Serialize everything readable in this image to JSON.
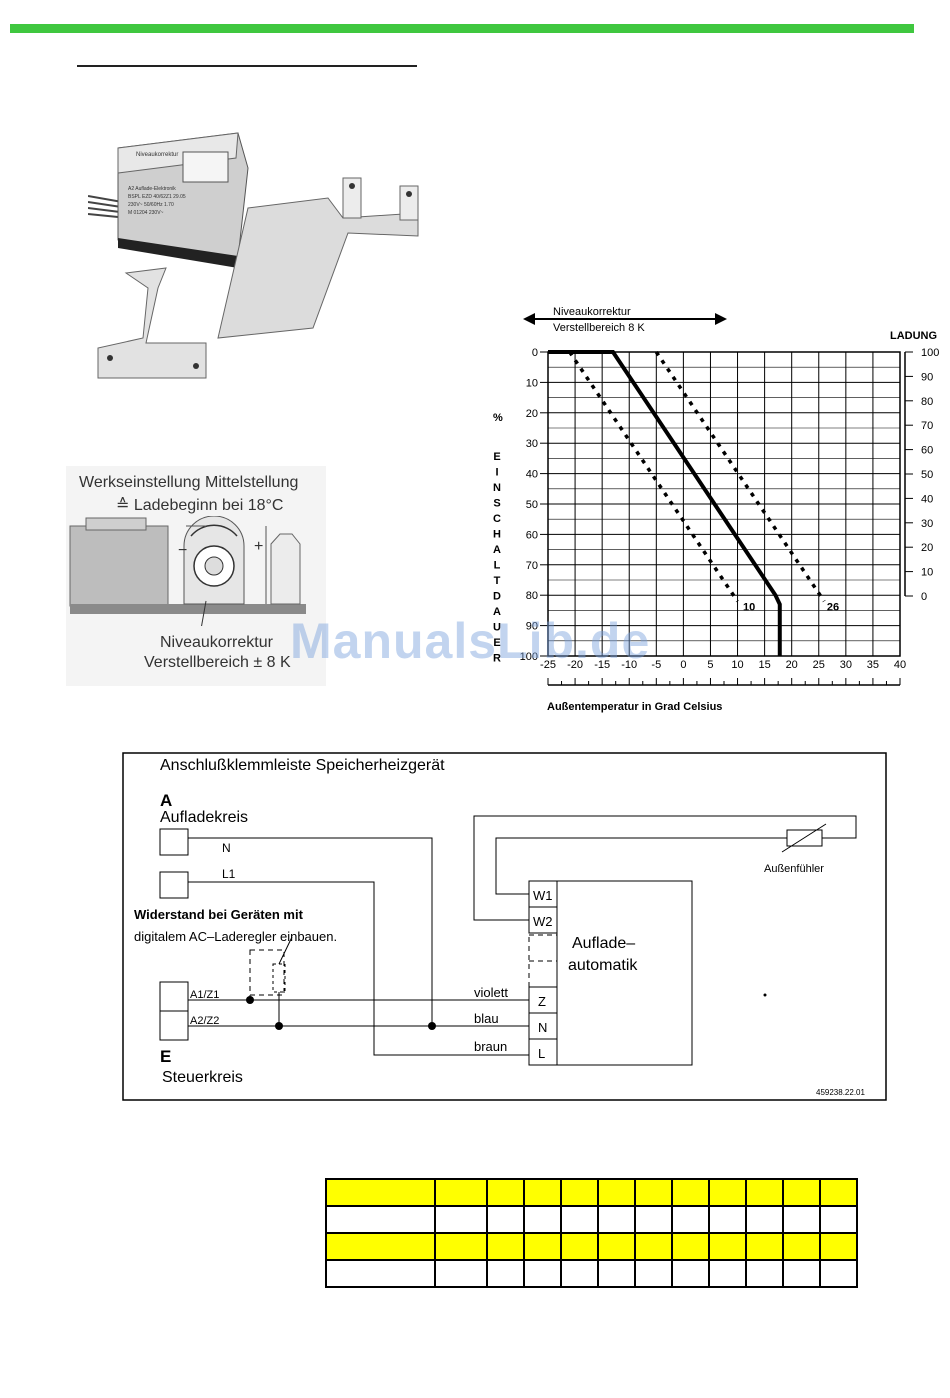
{
  "photo": {
    "module_label": "Niveaukorrektur",
    "module_lines": [
      "A2  Auflade-Elektronik",
      "BSPL EZD 40/62Z1 29.05",
      "230V~ 50/60Hz  1.70",
      "M  01204 230V~"
    ]
  },
  "knob": {
    "line1": "Werkseinstellung Mittelstellung",
    "line2": "≙ Ladebeginn bei 18°C",
    "caption1": "Niveaukorrektur",
    "caption2": "Verstellbereich ± 8 K",
    "minus": "−",
    "plus": "+"
  },
  "chart_data": {
    "type": "line",
    "title": "",
    "header_line1": "Niveaukorrektur",
    "header_line2": "Verstellbereich  8 K",
    "xlabel": "Außentemperatur in Grad Celsius",
    "ylabel_left": "EINSCHALTDAUER",
    "ylabel_left_unit": "%",
    "ylabel_right": "LADUNG",
    "xlim": [
      -25,
      40
    ],
    "ylim_left": [
      0,
      100
    ],
    "ylim_right": [
      0,
      100
    ],
    "x_ticks": [
      "-25",
      "-20",
      "-15",
      "-10",
      "-5",
      "0",
      "5",
      "10",
      "15",
      "20",
      "25",
      "30",
      "35",
      "40"
    ],
    "y_ticks_left": [
      "0",
      "10",
      "20",
      "30",
      "40",
      "50",
      "60",
      "70",
      "80",
      "90",
      "100"
    ],
    "y_ticks_right": [
      "100",
      "90",
      "80",
      "70",
      "60",
      "50",
      "40",
      "30",
      "20",
      "10",
      "0"
    ],
    "series": [
      {
        "style": "solid",
        "x": [
          -25,
          -13,
          17,
          17.8,
          17.8
        ],
        "y": [
          0,
          0,
          80,
          83,
          100
        ]
      },
      {
        "style": "dashed",
        "x": [
          -21,
          10
        ],
        "y": [
          0,
          82
        ]
      },
      {
        "style": "dashed",
        "x": [
          -5,
          26
        ],
        "y": [
          0,
          82
        ]
      }
    ],
    "annotations": [
      "10",
      "26"
    ]
  },
  "wiring": {
    "title": "Anschlußklemmleiste Speicherheizgerät",
    "a_letter": "A",
    "a_label": "Aufladekreis",
    "n_label": "N",
    "l1_label": "L1",
    "resistor_note1": "Widerstand bei  Geräten  mit",
    "resistor_note2": "digitalem AC–Laderegler einbauen.",
    "a1z1": "A1/Z1",
    "a2z2": "A2/Z2",
    "e_letter": "E",
    "e_label": "Steuerkreis",
    "violett": "violett",
    "blau": "blau",
    "braun": "braun",
    "w1": "W1",
    "w2": "W2",
    "z": "Z",
    "n": "N",
    "l": "L",
    "box_label1": "Auflade–",
    "box_label2": "automatik",
    "sensor": "Außenfühler",
    "code": "459238.22.01"
  },
  "watermark": "ManualsLib.de",
  "table": {
    "rows": [
      {
        "highlight": true,
        "cells": [
          "",
          "",
          "",
          "",
          "",
          "",
          "",
          "",
          "",
          "",
          "",
          ""
        ]
      },
      {
        "highlight": false,
        "cells": [
          "",
          "",
          "",
          "",
          "",
          "",
          "",
          "",
          "",
          "",
          "",
          ""
        ]
      },
      {
        "highlight": true,
        "cells": [
          "",
          "",
          "",
          "",
          "",
          "",
          "",
          "",
          "",
          "",
          "",
          ""
        ]
      },
      {
        "highlight": false,
        "cells": [
          "",
          "",
          "",
          "",
          "",
          "",
          "",
          "",
          "",
          "",
          "",
          ""
        ]
      }
    ]
  }
}
